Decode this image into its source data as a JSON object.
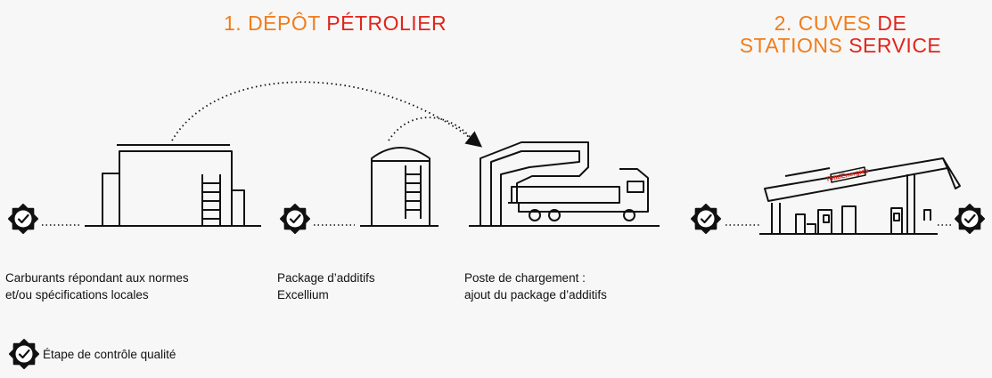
{
  "titles": {
    "step1_prefix": "1. DÉPÔT ",
    "step1_main": "PÉTROLIER",
    "step2_line1_prefix": "2. CUVES ",
    "step2_line1_main": "DE",
    "step2_line2_prefix": "STATIONS ",
    "step2_line2_main": "SERVICE"
  },
  "captions": {
    "refinery": [
      "Carburants répondant aux normes",
      "et/ou spécifications locales"
    ],
    "additives": [
      "Package d’additifs",
      "Excellium"
    ],
    "loading": [
      "Poste de chargement :",
      "ajout du package d’additifs"
    ]
  },
  "legend": {
    "label": "Étape de contrôle qualité"
  },
  "station": {
    "brand": "TotalEnergies"
  },
  "colors": {
    "orange": "#f07d1a",
    "red": "#e1251b",
    "ink": "#111111"
  }
}
